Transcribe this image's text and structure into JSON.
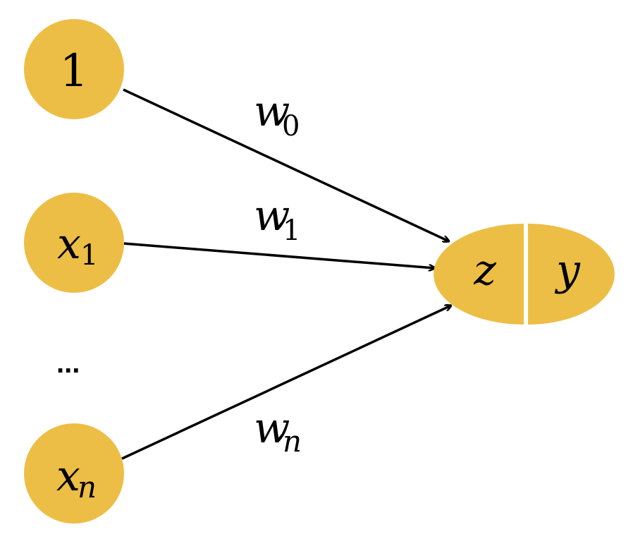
{
  "colors": {
    "node_fill": "#EDBE45",
    "edge": "#000000",
    "background": "#FFFFFF"
  },
  "inputs": [
    {
      "var": "1",
      "sub": ""
    },
    {
      "var": "x",
      "sub": "1"
    },
    {
      "var": "x",
      "sub": "n"
    }
  ],
  "ellipsis": "...",
  "weights": [
    {
      "var": "w",
      "sub": "0"
    },
    {
      "var": "w",
      "sub": "1"
    },
    {
      "var": "w",
      "sub": "n"
    }
  ],
  "output": {
    "left": "z",
    "right": "y"
  }
}
